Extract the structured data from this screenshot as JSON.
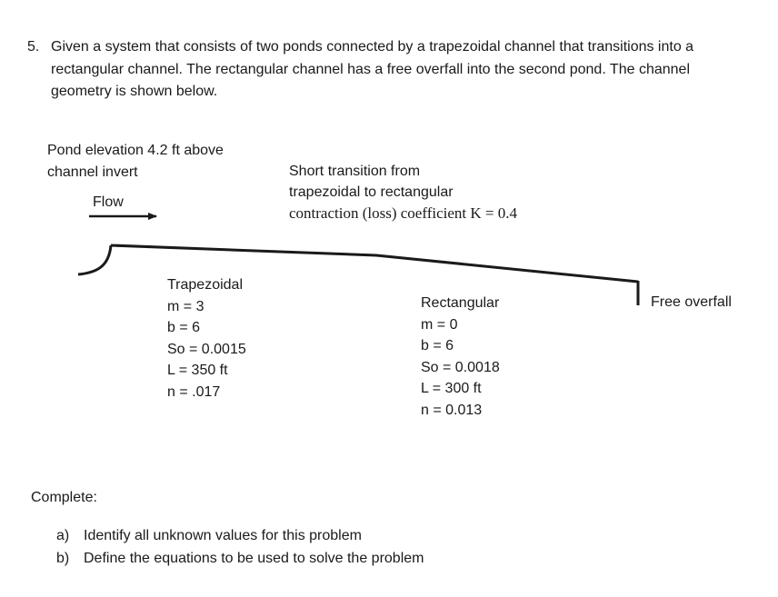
{
  "problem": {
    "number": "5.",
    "lines": [
      "Given a system that consists of two ponds connected by a trapezoidal channel that transitions into a",
      "rectangular channel.  The rectangular channel has a free overfall into the second pond.  The channel",
      "geometry is shown below."
    ]
  },
  "diagram": {
    "pond_label": [
      "Pond elevation 4.2 ft above",
      "channel invert"
    ],
    "flow_label": "Flow",
    "transition_label": [
      "Short transition from",
      "trapezoidal to rectangular"
    ],
    "transition_coefficient": "contraction (loss) coefficient K = 0.4",
    "trapezoidal": [
      "Trapezoidal",
      "m = 3",
      "b = 6",
      "So = 0.0015",
      "L = 350 ft",
      "n = .017"
    ],
    "rectangular": [
      "Rectangular",
      "m = 0",
      "b = 6",
      "So = 0.0018",
      "L = 300 ft",
      "n = 0.013"
    ],
    "overfall_label": "Free overfall"
  },
  "tasks": {
    "heading": "Complete:",
    "items": [
      {
        "marker": "a)",
        "text": "Identify all unknown values for this problem"
      },
      {
        "marker": "b)",
        "text": "Define the equations to be used to solve the problem"
      }
    ]
  }
}
